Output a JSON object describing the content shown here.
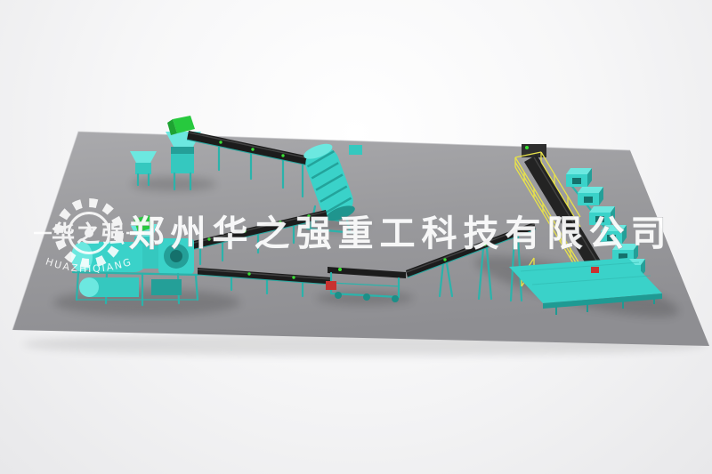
{
  "watermark": {
    "company_name_cn": "郑州华之强重工科技有限公司",
    "logo_text_cn": "华之强",
    "logo_text_en": "HUAZHIQIANG"
  },
  "colors": {
    "background_top": "#fdfdfd",
    "background_bottom": "#e8e8ea",
    "platform_gray": "#98989b",
    "machine_teal": "#3ad2c9",
    "machine_teal_light": "#6ce8e0",
    "machine_teal_dark": "#249f98",
    "belt_black": "#1c1c1c",
    "railing_yellow": "#e8e24a",
    "accent_green": "#27c93e",
    "accent_red": "#c93230",
    "watermark_white": "#ffffff"
  }
}
